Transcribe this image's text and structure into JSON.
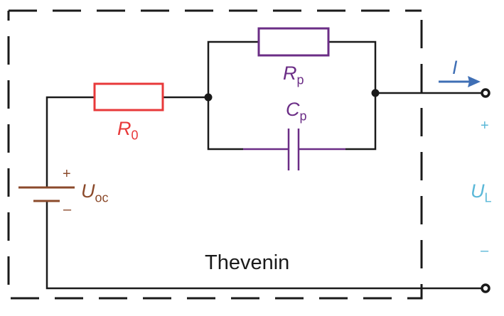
{
  "diagram": {
    "type": "circuit-schematic",
    "title_label": "Thevenin",
    "components": {
      "r0": {
        "symbol": "R",
        "subscript": "0",
        "kind": "resistor",
        "color": "#e8393a"
      },
      "rp": {
        "symbol": "R",
        "subscript": "p",
        "kind": "resistor",
        "color": "#6b2d86"
      },
      "cp": {
        "symbol": "C",
        "subscript": "p",
        "kind": "capacitor",
        "color": "#6b2d86"
      },
      "uoc": {
        "symbol": "U",
        "subscript": "oc",
        "kind": "voltage-source",
        "color": "#8b4a2b",
        "plus": "+",
        "minus": "–"
      }
    },
    "current": {
      "symbol": "I",
      "color": "#3f6fb5"
    },
    "load_voltage": {
      "symbol": "U",
      "subscript": "L",
      "color": "#5bb8d8",
      "plus": "+",
      "minus": "–"
    },
    "colors": {
      "wire": "#1a1a1a",
      "boundary": "#1a1a1a"
    }
  }
}
